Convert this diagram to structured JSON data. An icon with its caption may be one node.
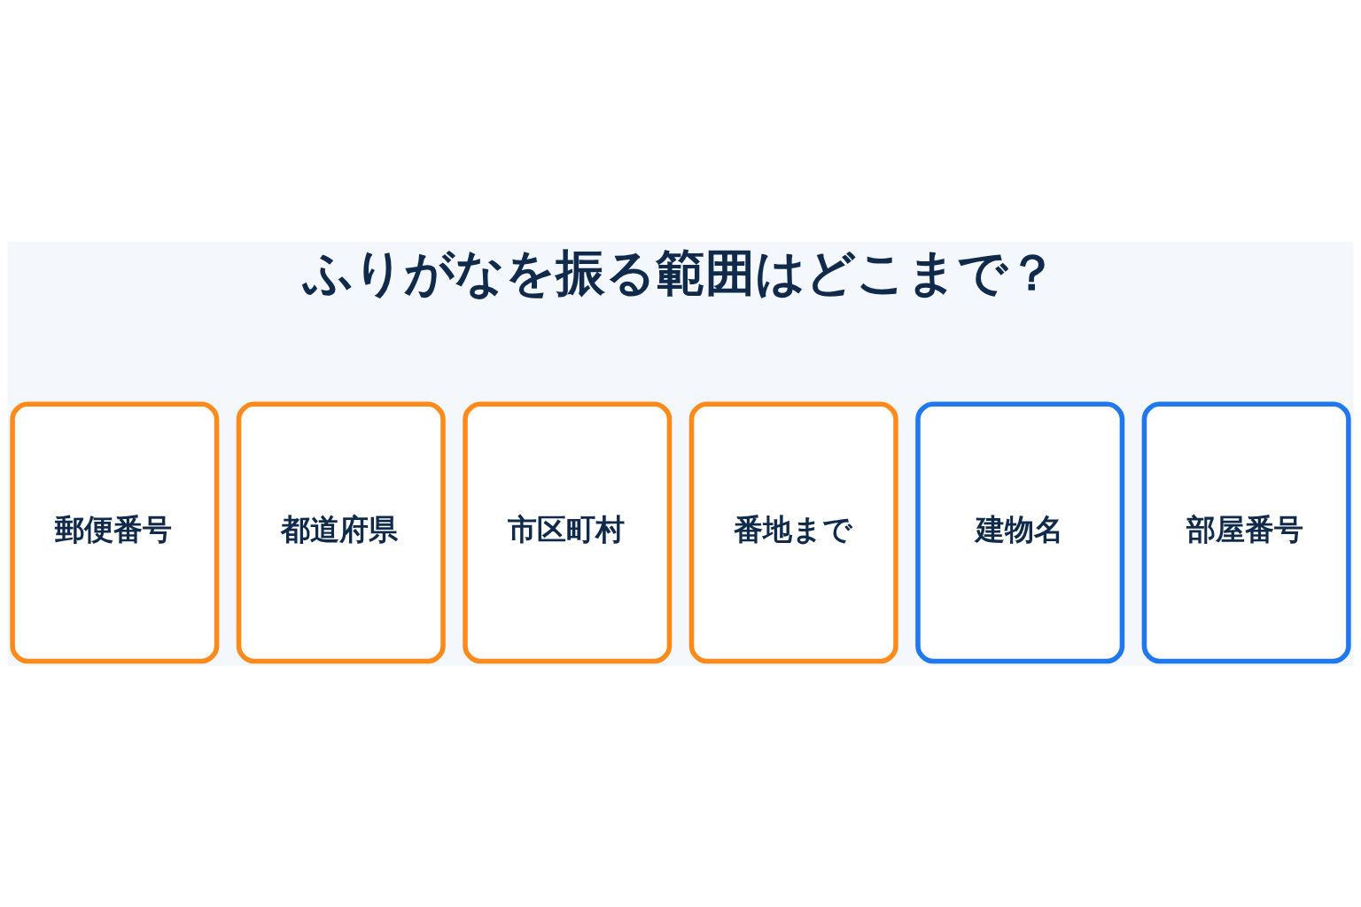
{
  "diagram": {
    "title": "ふりがなを振る範囲はどこまで？",
    "nodes": [
      {
        "text": [
          "郵便番号"
        ]
      },
      {
        "text": [
          "都道府県"
        ]
      },
      {
        "text": [
          "市区町村"
        ]
      },
      {
        "text": [
          "番地まで"
        ]
      },
      {
        "text": [
          "建物名"
        ]
      },
      {
        "text": [
          "部屋番号"
        ]
      }
    ],
    "edges": []
  }
}
